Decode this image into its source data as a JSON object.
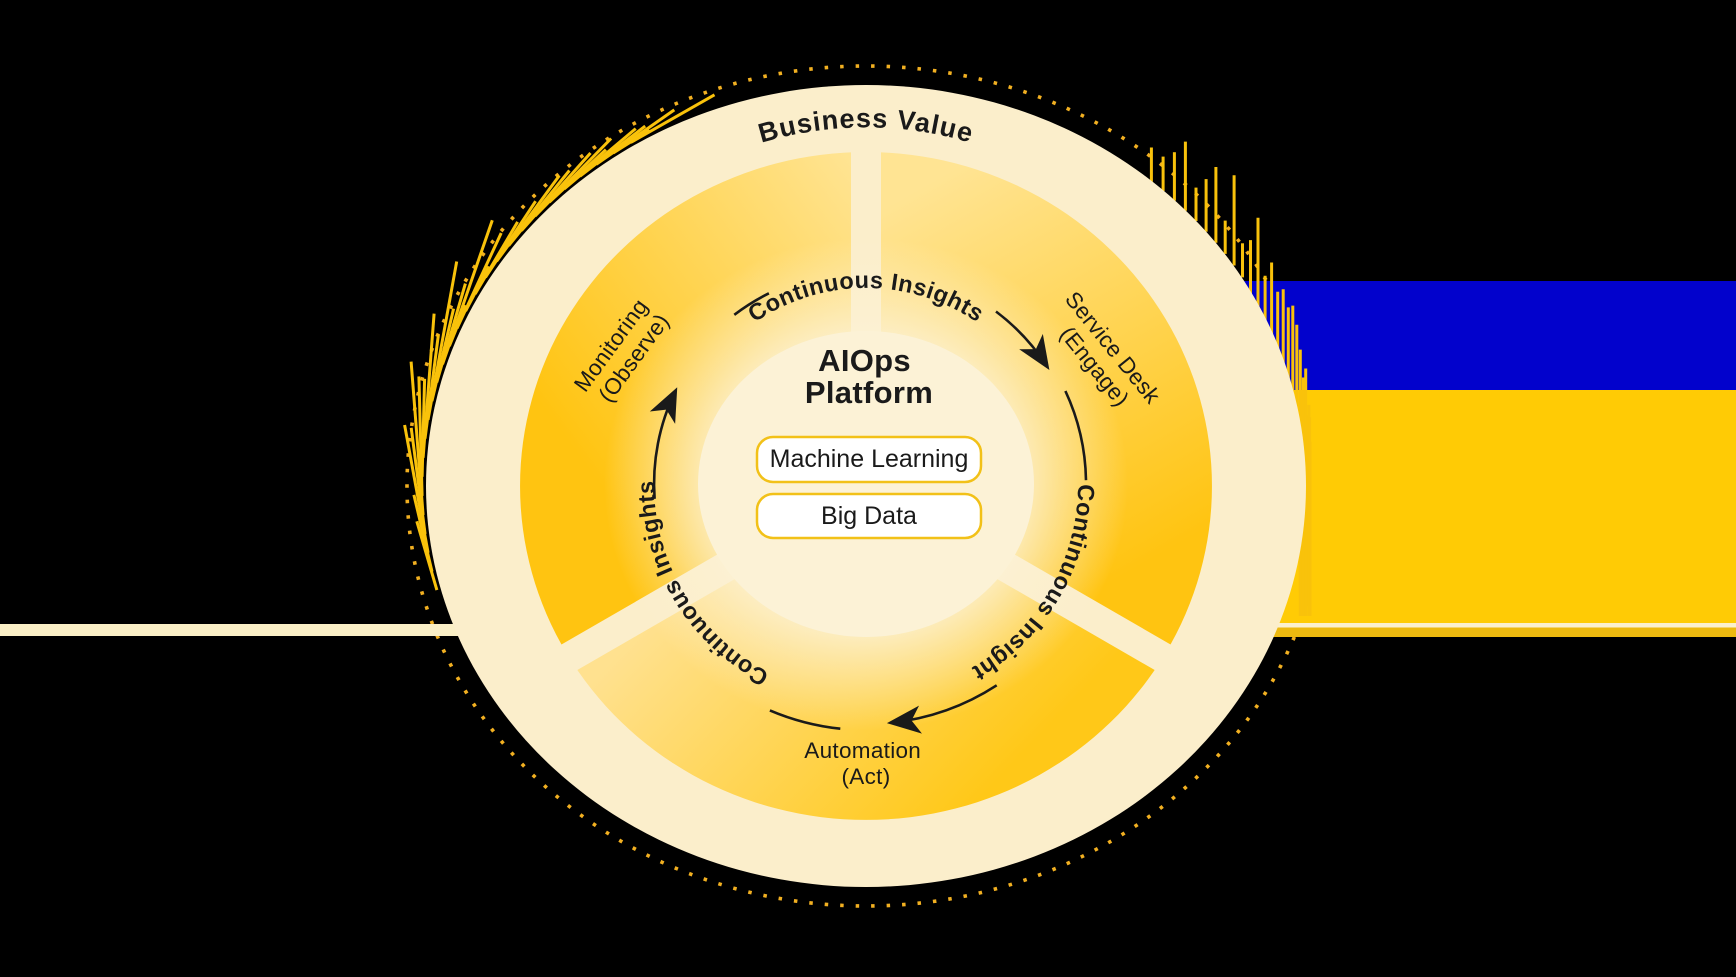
{
  "diagram": {
    "outer_label": "Business Value",
    "flow_label": "Continuous Insights",
    "center": {
      "title_line1": "AIOps",
      "title_line2": "Platform",
      "components": [
        "Machine Learning",
        "Big Data"
      ]
    },
    "stages": {
      "monitoring": {
        "line1": "Monitoring",
        "line2": "(Observe)"
      },
      "service_desk": {
        "line1": "Service Desk",
        "line2": "(Engage)"
      },
      "automation": {
        "line1": "Automation",
        "line2": "(Act)"
      }
    },
    "colors": {
      "background": "#000000",
      "blue_band": "#0202CC",
      "yellow_band": "#FFCB05",
      "gold_strip": "#EDB90F",
      "right_cream_line": "#FBF0CE",
      "left_cream_line": "#FAEFC6",
      "outer_cream": "#FBEECB",
      "inner_cream": "#FCF2D6",
      "dot": "#F2B021",
      "hatch_gold": "#F9C20B",
      "hatch_blue": "#2626D8",
      "hatch_pink": "#F0A8C8",
      "text": "#1A1A1A",
      "box_border": "#F2C118",
      "box_fill": "#FFFFFF"
    }
  }
}
